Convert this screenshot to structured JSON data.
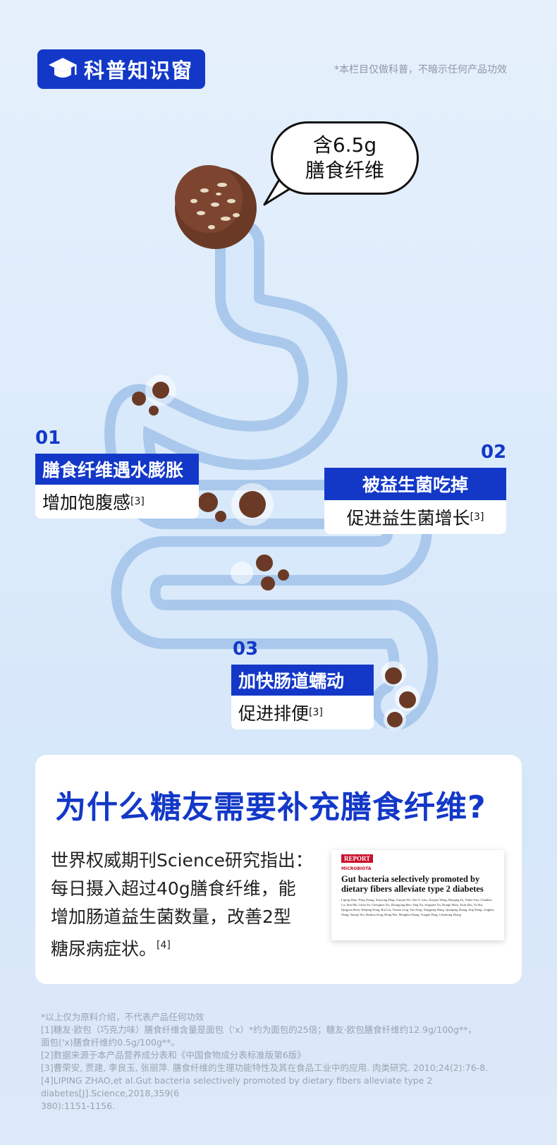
{
  "header": {
    "badge_label": "科普知识窗",
    "disclaimer": "*本栏目仅做科普，不暗示任何产品功效"
  },
  "bubble": {
    "line1": "含6.5g",
    "line2": "膳食纤维"
  },
  "steps": [
    {
      "num": "01",
      "title": "膳食纤维遇水膨胀",
      "desc": "增加饱腹感",
      "ref": "[3]"
    },
    {
      "num": "02",
      "title": "被益生菌吃掉",
      "desc": "促进益生菌增长",
      "ref": "[3]"
    },
    {
      "num": "03",
      "title": "加快肠道蠕动",
      "desc": "促进排便",
      "ref": "[3]"
    }
  ],
  "card": {
    "title": "为什么糖友需要补充膳食纤维?",
    "body_lines": [
      "世界权威期刊Science研究指出：",
      "每日摄入超过40g膳食纤维，能",
      "增加肠道益生菌数量，改善2型",
      "糖尿病症状。"
    ],
    "body_ref": "[4]",
    "paper": {
      "tag": "REPORT",
      "category": "MICROBIOTA",
      "title": "Gut bacteria selectively promoted by dietary fibers alleviate type 2 diabetes",
      "authors": "Liping Zhao, Feng Zhang, Xiaoying Ding, Guojun Wu, Yan Y. Lam, Xuejiao Wang, Huaqing Fu, Xinhe Xue, Chunhua Lu, Jilin Ma, Lihua Yu, Chengmei Xu, Zhongying Ren, Ying Xu, Songmei Xu, Hongli Shen, Xiuli Zhu, Yu Shi, Qingyun Shen, Weiping Dong, Rui Liu, Yunxia Ling, Yue Zeng, Xingpeng Wang, Qianpeng Zhang, Jing Wang, Linghua Wang, Yanqiu Wu, Benhua Zeng, Hong Wei, Menghui Zhang, Yongde Peng, Chenhong Zhang"
    }
  },
  "footnotes": [
    "*以上仅为原料介绍，不代表产品任何功效",
    "[1]糖友·欧包（巧克力味）膳食纤维含量是面包（'x）*约为面包的25倍；糖友·欧包膳食纤维约12.9g/100g**，",
    "面包('x)膳食纤维约0.5g/100g**。",
    "[2]数据来源于本产品营养成分表和《中国食物成分表标准版第6版》",
    "[3]曹荣安, 贾建, 李良玉, 张丽萍. 膳食纤维的生理功能特性及其在食品工业中的应用. 肉类研究. 2010;24(2):76-8.",
    "[4]LIPING ZHAO,et al.Gut bacteria selectively promoted by dietary fibers alleviate type 2 diabetes[J].Science,2018,359(6",
    "380):1151-1156."
  ],
  "colors": {
    "brand_blue": "#1338c8",
    "gut_blue": "#b9d5f3"
  }
}
